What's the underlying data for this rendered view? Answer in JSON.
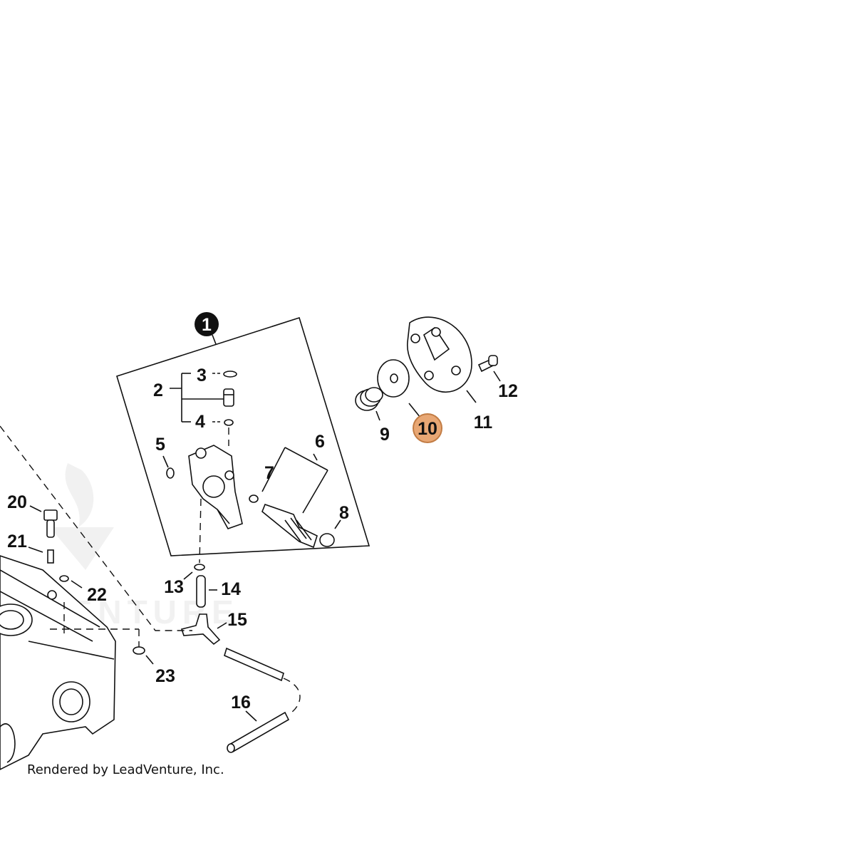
{
  "diagram": {
    "callouts": {
      "c1": "1",
      "c2": "2",
      "c3": "3",
      "c4": "4",
      "c5": "5",
      "c6": "6",
      "c7": "7",
      "c8": "8",
      "c9": "9",
      "c10": "10",
      "c11": "11",
      "c12": "12",
      "c13": "13",
      "c14": "14",
      "c15": "15",
      "c16": "16",
      "c20": "20",
      "c21": "21",
      "c22": "22",
      "c23": "23"
    },
    "highlight_color": "#e8a774",
    "credit": "Rendered by LeadVenture, Inc."
  }
}
